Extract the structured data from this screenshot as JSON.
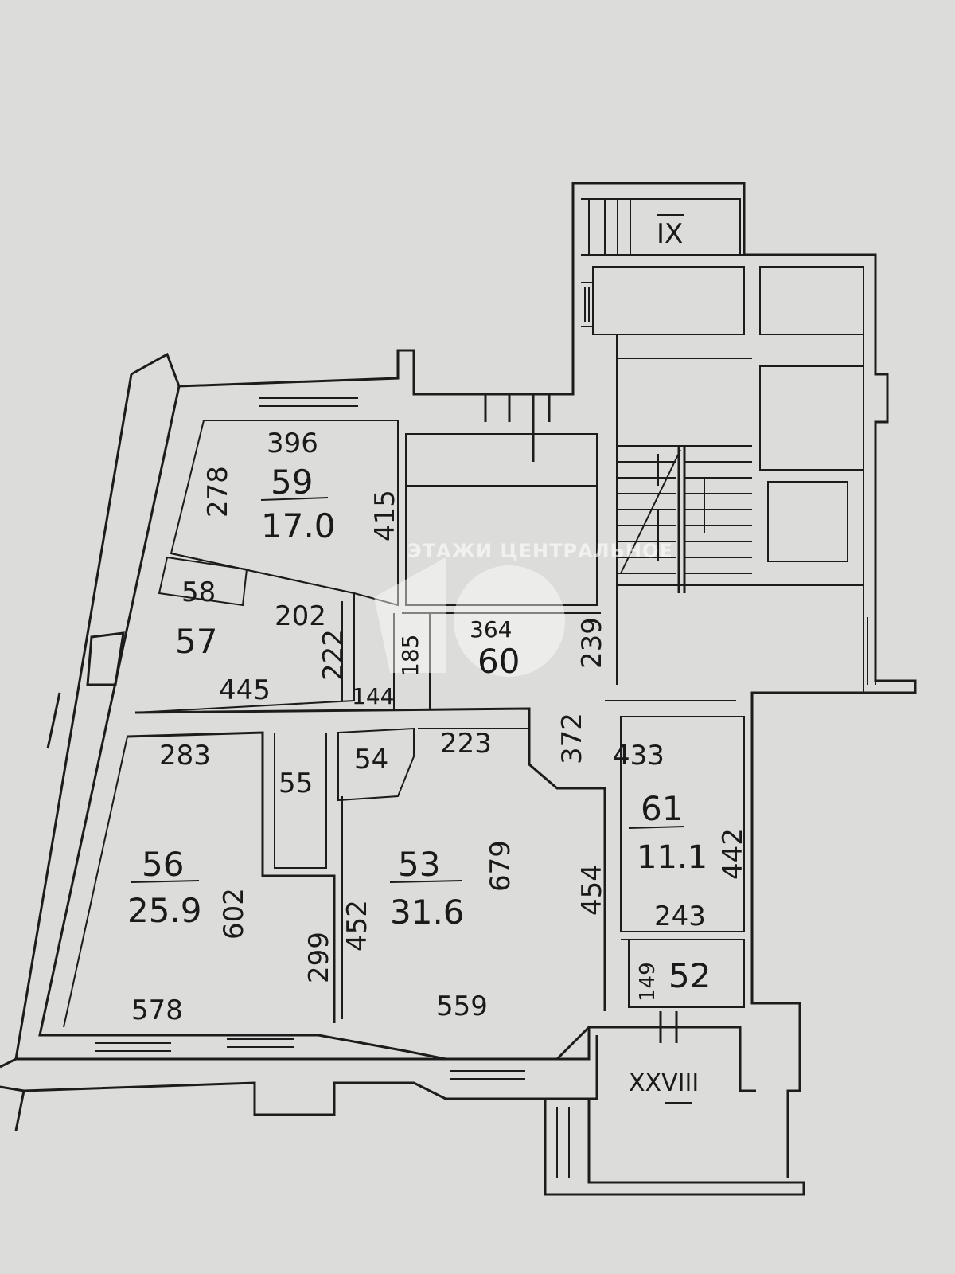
{
  "plan": {
    "rooms": [
      {
        "id": "59",
        "area": "17.0",
        "dims": [
          "396",
          "278",
          "415"
        ]
      },
      {
        "id": "58"
      },
      {
        "id": "57",
        "dims": [
          "202",
          "222",
          "445"
        ]
      },
      {
        "id": "60",
        "dims": [
          "364",
          "185",
          "239",
          "144"
        ]
      },
      {
        "id": "56",
        "area": "25.9",
        "dims": [
          "283",
          "602",
          "578"
        ]
      },
      {
        "id": "55"
      },
      {
        "id": "54"
      },
      {
        "id": "53",
        "area": "31.6",
        "dims": [
          "223",
          "679",
          "452",
          "454",
          "299",
          "559"
        ]
      },
      {
        "id": "61",
        "area": "11.1",
        "dims": [
          "372",
          "433",
          "442",
          "243"
        ]
      },
      {
        "id": "52",
        "dims": [
          "149"
        ]
      }
    ],
    "sections": [
      "IX",
      "XXVIII"
    ]
  },
  "watermark": {
    "text": "ЭТАЖИ ЦЕНТРАЛЬНОЕ"
  }
}
